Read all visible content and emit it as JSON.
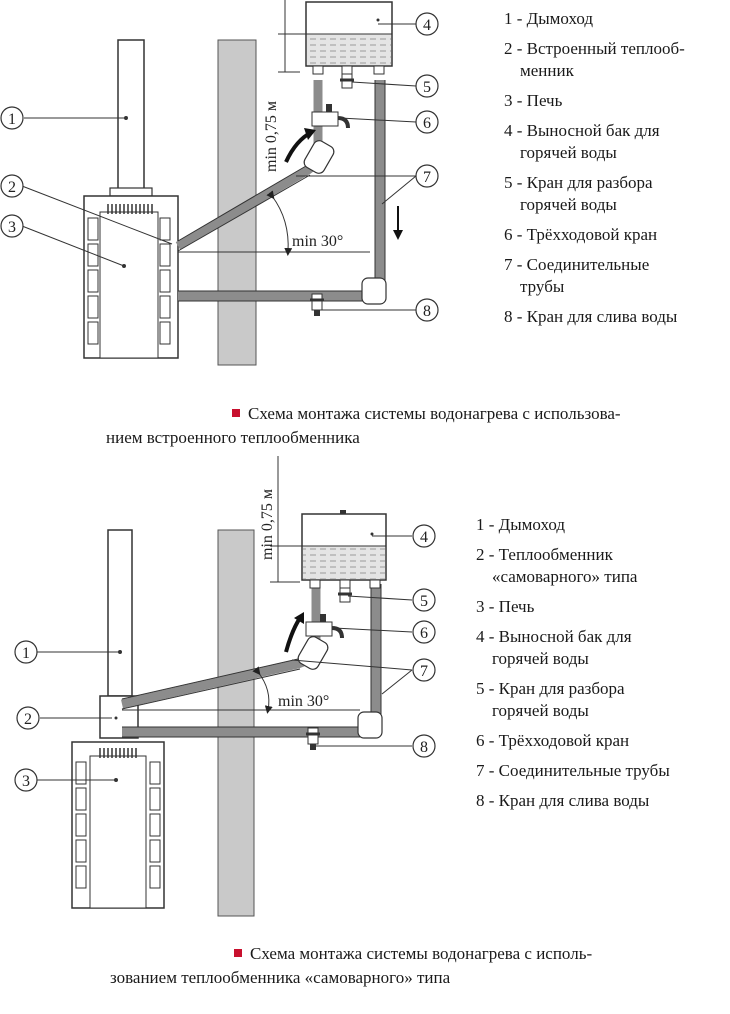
{
  "diagram1": {
    "legend": [
      {
        "line1": "1 - Дымоход",
        "line2": ""
      },
      {
        "line1": "2 - Встроенный теплоoб-",
        "line2": "менник"
      },
      {
        "line1": "3 - Печь",
        "line2": ""
      },
      {
        "line1": "4 - Выносной бак для",
        "line2": "горячей воды"
      },
      {
        "line1": "5 - Кран для разбора",
        "line2": "горячей воды"
      },
      {
        "line1": "6 - Трёхходовой кран",
        "line2": ""
      },
      {
        "line1": "7 - Соединительные",
        "line2": "трубы"
      },
      {
        "line1": "8 - Кран для слива воды",
        "line2": ""
      }
    ],
    "callouts": [
      "1",
      "2",
      "3",
      "4",
      "5",
      "6",
      "7",
      "8"
    ],
    "angle_label": "min 30°",
    "height_label": "min 0,75 м",
    "caption_line1": "Схема монтажа системы водонагрева с использова-",
    "caption_line2": "нием встроенного теплообменника"
  },
  "diagram2": {
    "legend": [
      {
        "line1": "1 - Дымоход",
        "line2": ""
      },
      {
        "line1": "2 - Теплообменник",
        "line2": "«самоварного» типа"
      },
      {
        "line1": "3 - Печь",
        "line2": ""
      },
      {
        "line1": "4 - Выносной бак для",
        "line2": "горячей воды"
      },
      {
        "line1": "5 - Кран для разбора",
        "line2": "горячей воды"
      },
      {
        "line1": "6 - Трёхходовой кран",
        "line2": ""
      },
      {
        "line1": "7 - Соединительные трубы",
        "line2": ""
      },
      {
        "line1": "8 - Кран для слива воды",
        "line2": ""
      }
    ],
    "callouts": [
      "1",
      "2",
      "3",
      "4",
      "5",
      "6",
      "7",
      "8"
    ],
    "angle_label": "min 30°",
    "height_label": "min 0,75 м",
    "caption_line1": "Схема монтажа системы водонагрева с исполь-",
    "caption_line2": "зованием теплообменника «самоварного» типа"
  },
  "colors": {
    "pipe": "#8c8c8c",
    "wall": "#c9c9c9",
    "stroke": "#333333",
    "bullet": "#c8102e",
    "water": "#d9d9d9"
  }
}
